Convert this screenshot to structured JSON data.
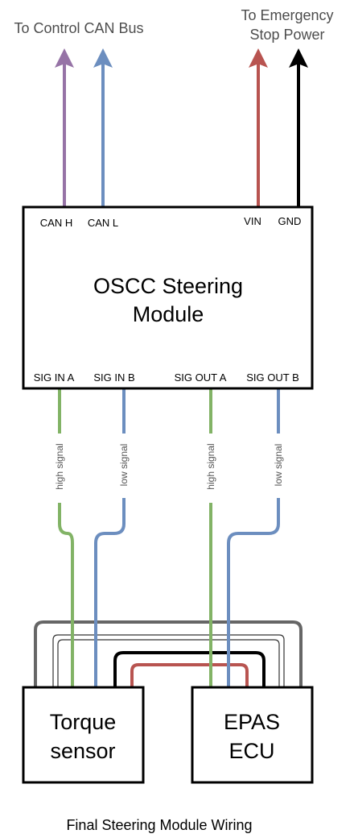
{
  "labels": {
    "can_bus": "To Control CAN Bus",
    "estop_line1": "To Emergency",
    "estop_line2": "Stop Power"
  },
  "module": {
    "title_line1": "OSCC Steering",
    "title_line2": "Module",
    "top_pins": [
      "CAN H",
      "CAN L",
      "VIN",
      "GND"
    ],
    "bottom_pins": [
      "SIG IN A",
      "SIG IN B",
      "SIG OUT A",
      "SIG OUT B"
    ]
  },
  "wire_labels": [
    "high signal",
    "low signal",
    "high signal",
    "low signal"
  ],
  "torque_sensor": {
    "line1": "Torque",
    "line2": "sensor"
  },
  "epas_ecu": {
    "line1": "EPAS",
    "line2": "ECU"
  },
  "caption": "Final Steering Module Wiring",
  "colors": {
    "purple": "#9673a6",
    "blue": "#6c8ebf",
    "red": "#b85450",
    "green": "#82b366",
    "black": "#000000",
    "gray": "#666666"
  }
}
